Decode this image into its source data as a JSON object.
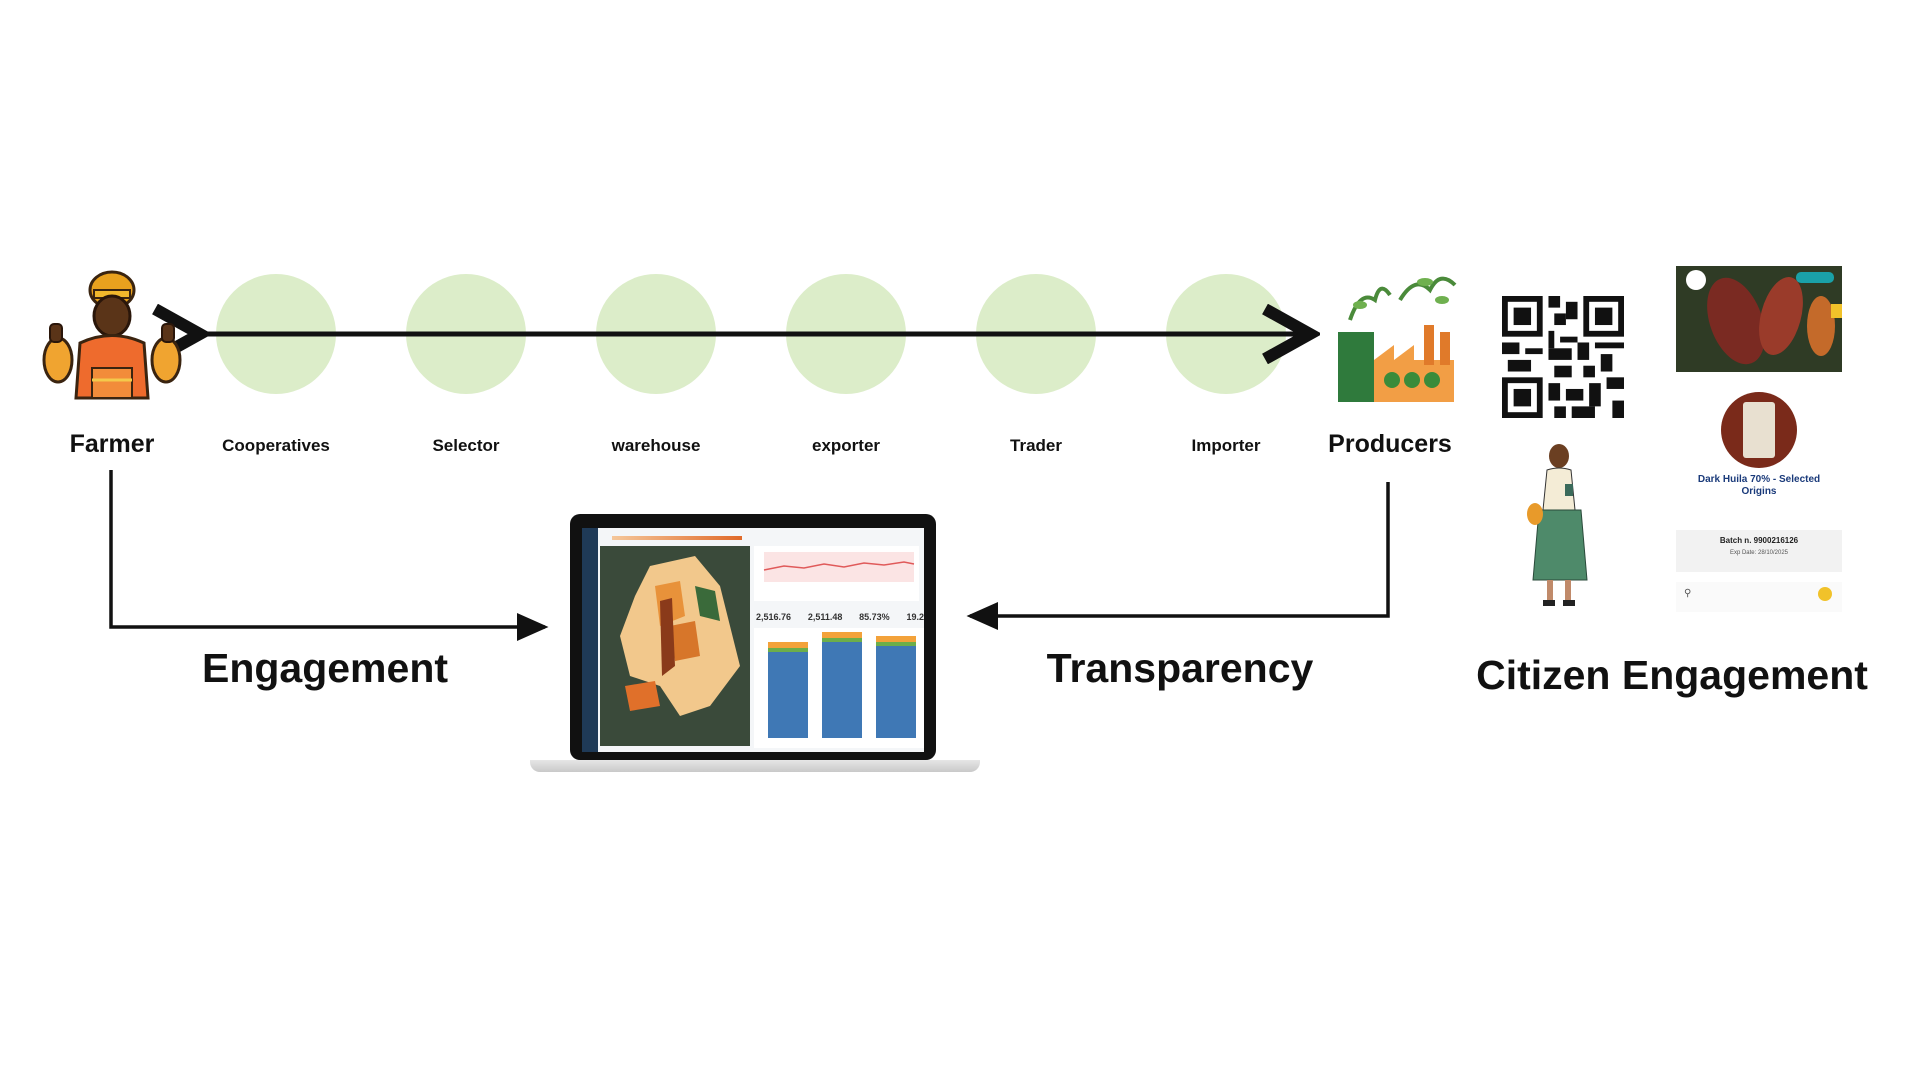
{
  "chain": {
    "farmer_label": "Farmer",
    "producers_label": "Producers",
    "stages": [
      {
        "label": "Cooperatives"
      },
      {
        "label": "Selector"
      },
      {
        "label": "warehouse"
      },
      {
        "label": "exporter"
      },
      {
        "label": "Trader"
      },
      {
        "label": "Importer"
      }
    ]
  },
  "flows": {
    "engagement_label": "Engagement",
    "transparency_label": "Transparency",
    "citizen_label": "Citizen Engagement"
  },
  "dashboard": {
    "stats": [
      "2,516.76",
      "2,511.48",
      "85.73%",
      "19.2"
    ]
  },
  "phone_app": {
    "product_name": "Dark Huila 70% - Selected Origins",
    "batch": "Batch n. 9900216126",
    "expiry": "Exp Date: 28/10/2025"
  },
  "colors": {
    "stage_fill": "#dcedc9",
    "map_orange": "#e8923a",
    "bar_blue": "#3f78b5"
  }
}
